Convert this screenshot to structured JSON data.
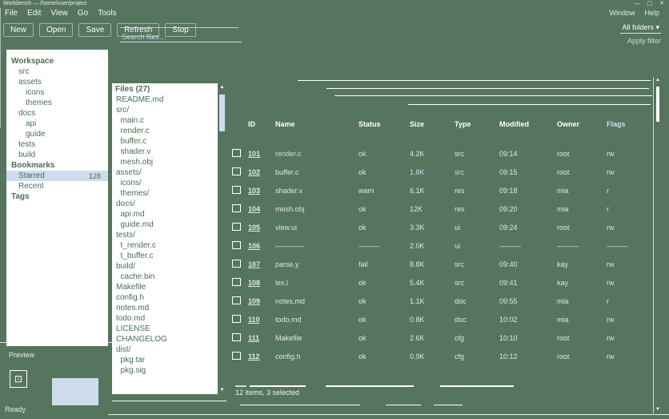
{
  "window": {
    "title": "Workbench — /home/user/project",
    "controls": [
      "—",
      "▢",
      "✕"
    ],
    "status": "Ready"
  },
  "menubar": {
    "items": [
      "File",
      "Edit",
      "View",
      "Go",
      "Tools"
    ],
    "right_items": [
      "Window",
      "Help"
    ]
  },
  "toolbar": {
    "buttons": [
      "New",
      "Open",
      "Save",
      "Refresh",
      "Stop"
    ],
    "search_placeholder": "Search files…",
    "filter_label": "All folders ▾",
    "apply_label": "Apply filter"
  },
  "sidebar": {
    "preview_label": "Preview",
    "items": [
      {
        "label": "Workspace",
        "indent": 0,
        "bold": true
      },
      {
        "label": "src",
        "indent": 1
      },
      {
        "label": "assets",
        "indent": 1
      },
      {
        "label": "icons",
        "indent": 2
      },
      {
        "label": "themes",
        "indent": 2
      },
      {
        "label": "docs",
        "indent": 1
      },
      {
        "label": "api",
        "indent": 2
      },
      {
        "label": "guide",
        "indent": 2
      },
      {
        "label": "tests",
        "indent": 1
      },
      {
        "label": "build",
        "indent": 1
      },
      {
        "label": "Bookmarks",
        "indent": 0,
        "bold": true
      },
      {
        "label": "Starred",
        "indent": 1,
        "selected": true,
        "badge": "128"
      },
      {
        "label": "Recent",
        "indent": 1
      },
      {
        "label": "Tags",
        "indent": 0,
        "bold": true
      }
    ]
  },
  "list": {
    "header": "Files (27)",
    "items": [
      "README.md",
      "src/",
      "  main.c",
      "  render.c",
      "  buffer.c",
      "  shader.v",
      "  mesh.obj",
      "assets/",
      "  icons/",
      "  themes/",
      "docs/",
      "  api.md",
      "  guide.md",
      "tests/",
      "  t_render.c",
      "  t_buffer.c",
      "build/",
      "  cache.bin",
      "Makefile",
      "config.h",
      "notes.md",
      "todo.md",
      "LICENSE",
      "CHANGELOG",
      "dist/",
      "  pkg.tar",
      "  pkg.sig"
    ]
  },
  "table": {
    "columns": [
      "",
      "ID",
      "Name",
      "Status",
      "Size",
      "Type",
      "Modified",
      "Owner",
      "Flags"
    ],
    "header_accents": [
      7
    ],
    "rows": [
      [
        "101",
        "render.c",
        "ok",
        "4.2K",
        "src",
        "09:14",
        "root",
        "rw"
      ],
      [
        "102",
        "buffer.c",
        "ok",
        "1.8K",
        "src",
        "09:15",
        "root",
        "rw"
      ],
      [
        "103",
        "shader.v",
        "warn",
        "6.1K",
        "res",
        "09:18",
        "mia",
        "r"
      ],
      [
        "104",
        "mesh.obj",
        "ok",
        "12K",
        "res",
        "09:20",
        "mia",
        "r"
      ],
      [
        "105",
        "view.ui",
        "ok",
        "3.3K",
        "ui",
        "09:24",
        "root",
        "rw"
      ],
      [
        "106",
        "————",
        "———",
        "2.0K",
        "ui",
        "———",
        "———",
        "———"
      ],
      [
        "107",
        "parse.y",
        "fail",
        "8.8K",
        "src",
        "09:40",
        "kay",
        "rw"
      ],
      [
        "108",
        "lex.l",
        "ok",
        "5.4K",
        "src",
        "09:41",
        "kay",
        "rw"
      ],
      [
        "109",
        "notes.md",
        "ok",
        "1.1K",
        "doc",
        "09:55",
        "mia",
        "r"
      ],
      [
        "110",
        "todo.md",
        "ok",
        "0.8K",
        "doc",
        "10:02",
        "mia",
        "rw"
      ],
      [
        "111",
        "Makefile",
        "ok",
        "2.6K",
        "cfg",
        "10:10",
        "root",
        "rw"
      ],
      [
        "112",
        "config.h",
        "ok",
        "0.9K",
        "cfg",
        "10:12",
        "root",
        "rw"
      ]
    ],
    "accents": {
      "0": [
        1,
        2
      ],
      "1": [
        3,
        4
      ],
      "5": [
        6
      ]
    },
    "footer": "12 items, 3 selected"
  },
  "icons": {
    "up": "▲",
    "down": "▼",
    "region": "⊡"
  },
  "colors": {
    "background_green": "#56755e",
    "accent_blue": "#cfdcee",
    "pane_white": "#ffffff",
    "text_green": "#4d6d55"
  }
}
